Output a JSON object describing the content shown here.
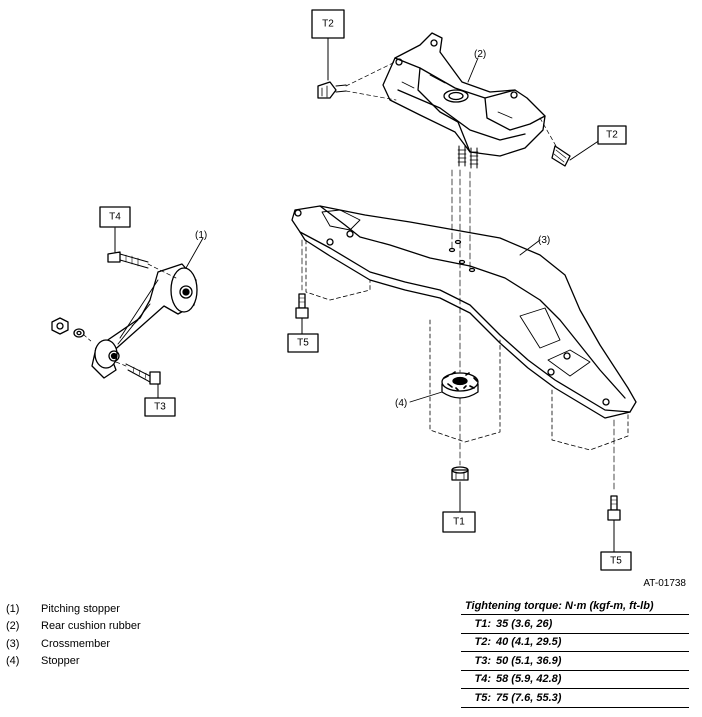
{
  "figure_code": "AT-01738",
  "callouts": {
    "pitching_stopper": "(1)",
    "rear_cushion_rubber": "(2)",
    "crossmember": "(3)",
    "stopper": "(4)"
  },
  "torque_tags": {
    "t1": "T1",
    "t2_left": "T2",
    "t2_right": "T2",
    "t3": "T3",
    "t4": "T4",
    "t5_left": "T5",
    "t5_right": "T5"
  },
  "legend": [
    {
      "num": "(1)",
      "name": "Pitching stopper"
    },
    {
      "num": "(2)",
      "name": "Rear cushion rubber"
    },
    {
      "num": "(3)",
      "name": "Crossmember"
    },
    {
      "num": "(4)",
      "name": "Stopper"
    }
  ],
  "torque_table": {
    "header": "Tightening torque: N·m (kgf-m, ft-lb)",
    "rows": [
      {
        "code": "T1:",
        "value": "35 (3.6, 26)"
      },
      {
        "code": "T2:",
        "value": "40 (4.1, 29.5)"
      },
      {
        "code": "T3:",
        "value": "50 (5.1, 36.9)"
      },
      {
        "code": "T4:",
        "value": "58 (5.9, 42.8)"
      },
      {
        "code": "T5:",
        "value": "75 (7.6, 55.3)"
      }
    ]
  }
}
